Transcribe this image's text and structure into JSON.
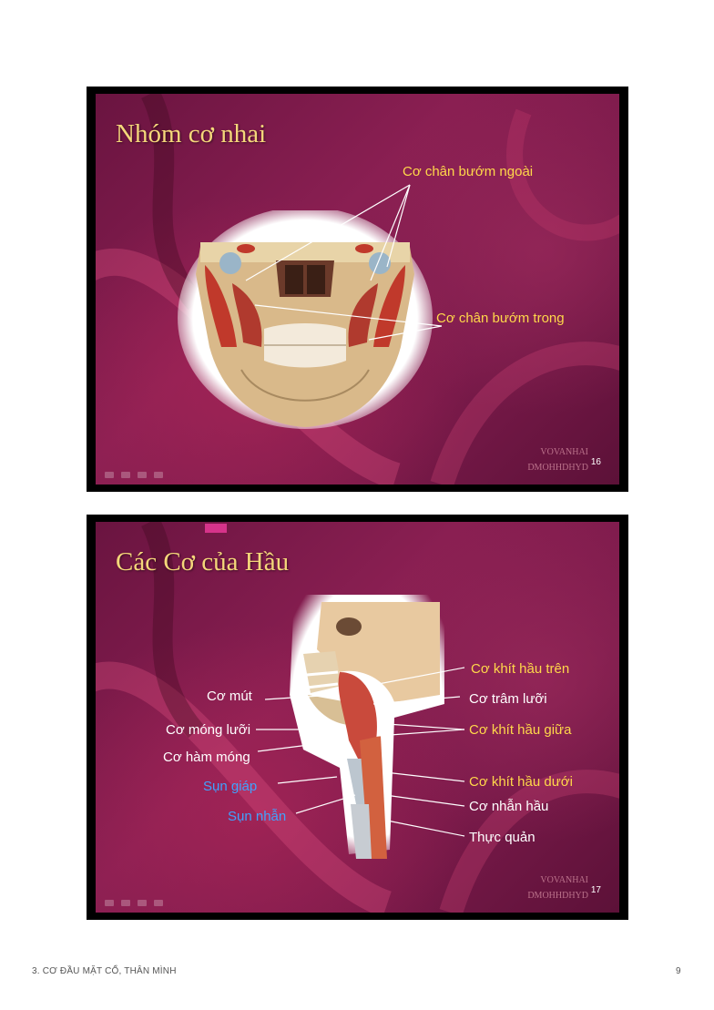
{
  "slides": [
    {
      "title": "Nhóm cơ nhai",
      "labels": [
        "Cơ chân bướm ngoài",
        "Cơ chân bướm trong"
      ],
      "page": "16",
      "watermark": [
        "VOVANHAI",
        "DMOHHDHYD"
      ]
    },
    {
      "title": "Các Cơ của Hầu",
      "labels_left": [
        "Cơ mút",
        "Cơ móng lưỡi",
        "Cơ hàm móng",
        "Sụn giáp",
        "Sụn nhẫn"
      ],
      "labels_right": [
        "Cơ khít hầu trên",
        "Cơ trâm lưỡi",
        "Cơ khít hầu giữa",
        "Cơ khít hầu dưới",
        "Cơ nhẫn hầu",
        "Thực quản"
      ],
      "page": "17",
      "watermark": [
        "VOVANHAI",
        "DMOHHDHYD"
      ]
    }
  ],
  "footer": {
    "chapter": "3. CƠ ĐẦU MẶT CỔ, THÂN MÌNH",
    "page_number": "9"
  },
  "colors": {
    "title": "#f5d77a",
    "label_yellow": "#ffd84a",
    "label_white": "#ffffff",
    "label_blue": "#3fa3ff",
    "slide_bg": "#7a1a4a"
  }
}
